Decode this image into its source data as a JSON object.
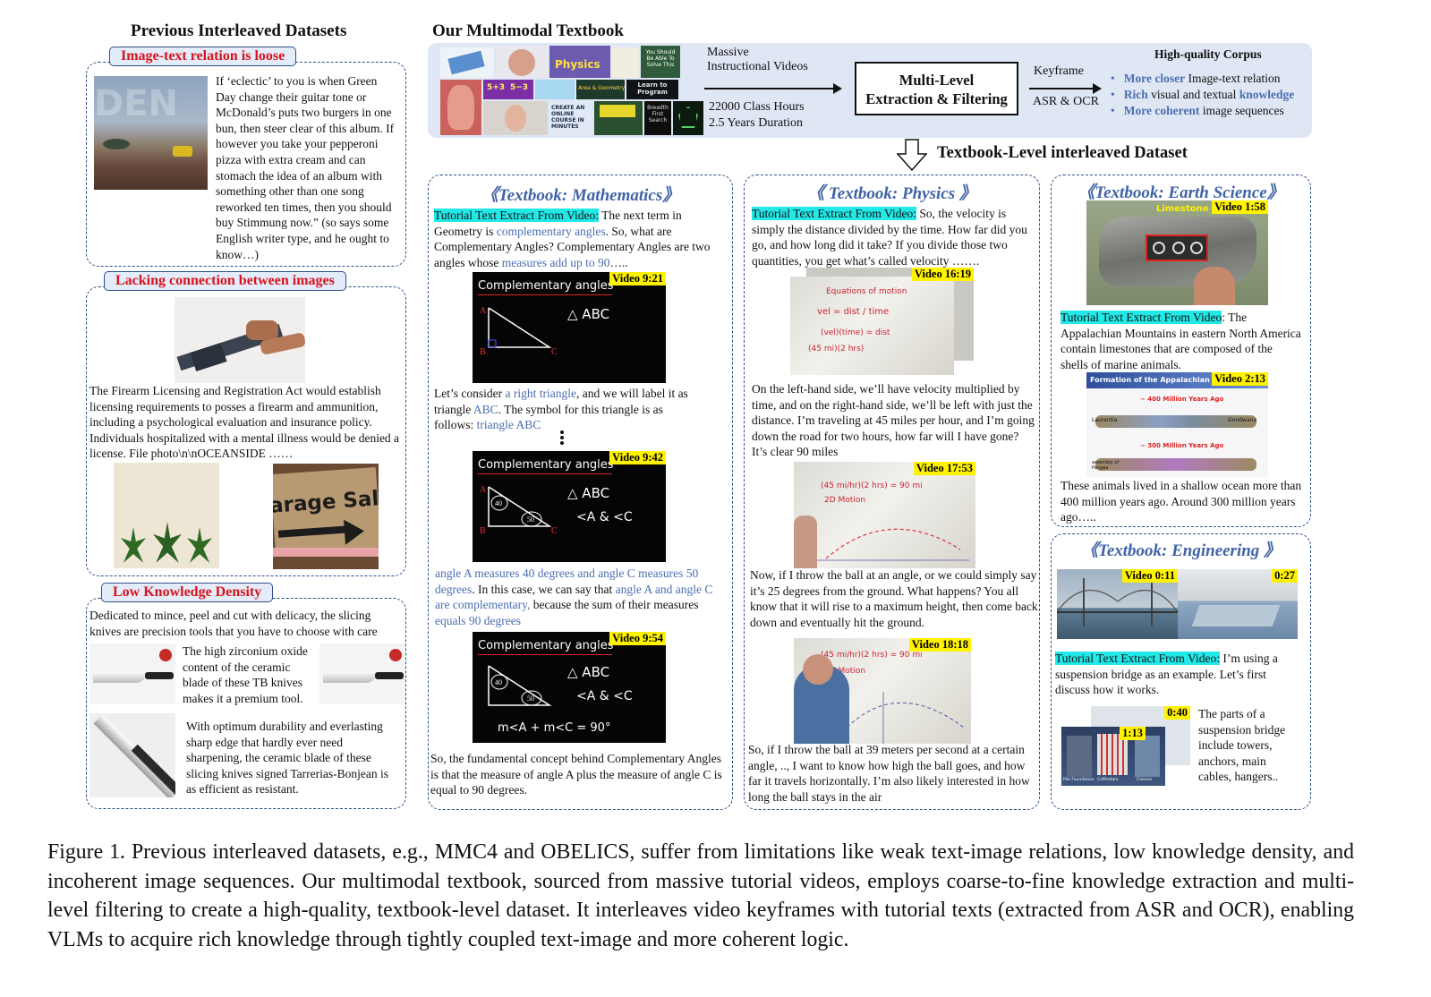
{
  "left": {
    "header": "Previous Interleaved Datasets",
    "loose": {
      "tag": "Image-text relation is loose",
      "text": "If ‘eclectic’ to you is when Green Day change their guitar tone or McDonald’s puts two burgers in one bun, then steer clear of this album. If however you take your pepperoni pizza with extra cream and can stomach the idea of an album with something other than one song reworked ten times, then you should buy Stimmung now.” (so says some English writer type, and he ought to know…)"
    },
    "lacking": {
      "tag": "Lacking connection between images",
      "text": "The Firearm Licensing and Registration Act would establish licensing requirements to posses a firearm and ammunition, including a psychological evaluation and insurance policy. Individuals hospitalized with a mental illness would be denied a license. File photo\\n\\nOCEANSIDE ……",
      "sign_text": "arage Sale"
    },
    "low": {
      "tag": "Low Knowledge Density",
      "text1": "Dedicated to mince, peel and cut with delicacy, the slicing knives are precision tools that you have to choose with care",
      "text2": "The high zirconium oxide content of the ceramic blade of these TB knives makes it a premium tool.",
      "text3": "With optimum durability and everlasting sharp edge that hardly ever need sharpening, the ceramic blade of these slicing knives signed Tarrerias-Bonjean is as efficient as resistant."
    }
  },
  "pipeline": {
    "header": "Our Multimodal Textbook",
    "massive": "Massive",
    "instructional": "Instructional Videos",
    "hours": "22000 Class Hours",
    "duration": "2.5 Years Duration",
    "box_line1": "Multi-Level",
    "box_line2": "Extraction & Filtering",
    "keyframe": "Keyframe",
    "asr": "ASR & OCR",
    "corpus_title": "High-quality Corpus",
    "b1_strong": "More closer",
    "b1_rest": " Image-text  relation",
    "b2_strong": "Rich",
    "b2_mid": " visual and textual ",
    "b2_strong2": "knowledge",
    "b3_strong": "More coherent",
    "b3_rest": " image sequences",
    "dataset_label": "Textbook-Level interleaved Dataset",
    "thumb_texts": [
      "Physics",
      "Learn to Program",
      "CREATE AN ONLINE COURSE IN MINUTES",
      "Breadth First Search",
      "Area & Geometry",
      "You Should Be Able To Solve This",
      "5+3",
      "5−3"
    ]
  },
  "math": {
    "title": "《Textbook: Mathematics》",
    "hl": "Tutorial Text Extract From Video:",
    "p1a": " The next term in Geometry is ",
    "p1b": "complementary angles",
    "p1c": ". So, what are Complementary Angles? Complementary Angles are two angles whose ",
    "p1d": "measures add up to 90",
    "p1e": "…..",
    "v1": "Video 9:21",
    "v2": "Video 9:42",
    "v3": "Video 9:54",
    "chalk_title": "Complementary angles",
    "chalk_abc": "△ ABC",
    "chalk_ac": "<A & <C",
    "chalk_eq": "m<A + m<C = 90°",
    "chalk_40": "40",
    "chalk_50": "50",
    "p2a": "Let’s consider ",
    "p2b": "a right triangle",
    "p2c": ", and we will label it as triangle ",
    "p2d": "ABC",
    "p2e": ". The symbol for this triangle is as follows: ",
    "p2f": "triangle ABC",
    "p3a": "angle A measures 40 degrees and angle C measures 50 degrees",
    "p3b": ". In this case, we can say that ",
    "p3c": "angle A and angle C are complementary,",
    "p3d": " because the sum of their measures ",
    "p3e": "equals 90 degrees",
    "p4": "So, the fundamental concept behind Complementary Angles is that the measure of angle A plus the measure of angle C is equal to 90 degrees."
  },
  "physics": {
    "title": "《 Textbook: Physics 》",
    "hl": "Tutorial Text Extract From Video:",
    "p1": " So, the velocity is simply the distance divided by the time. How far did you go, and how long did it take? If you divide those two quantities, you get what’s called velocity …….",
    "v1": "Video 16:19",
    "v2": "Video 17:53",
    "v3": "Video 18:18",
    "p2": "On the left-hand side, we’ll have velocity multiplied by time, and on the right-hand side, we’ll be left with just the distance.  I’m traveling at 45 miles per hour, and I’m going down the road for two hours, how far will I have gone? It’s clear 90 miles",
    "p3": "Now, if I throw the ball at an angle, or we could simply say it’s 25 degrees from the ground. What happens? You all know that it will rise to a maximum height, then come back down and eventually hit the ground.",
    "p4": "So, if I throw the ball at 39 meters per second at a certain angle, .., I want to know how high the ball goes, and how far it travels horizontally. I’m also likely interested in how long the ball stays in the air",
    "wb1": "Equations of motion",
    "wb2": "(45 mi/hr)(2 hrs) = 90 mi",
    "wb3": "2D Motion"
  },
  "earth": {
    "title": "《Textbook: Earth Science》",
    "v1": "Video 1:58",
    "v2": "Video 2:13",
    "limestone": "Limestone",
    "formation": "Formation of the Appalachian",
    "mya400": "~ 400 Million Years Ago",
    "mya300": "~ 300 Million Years Ago",
    "laurentia": "Laurentia",
    "gondwana": "Gondwana",
    "pangea": "assembly of Pangea",
    "hl": "Tutorial Text Extract From Video",
    "p1": ": The Appalachian Mountains in eastern North America contain limestones that are composed of the shells of marine animals.",
    "p2": "These animals lived in a shallow ocean more than 400 million years ago. Around 300 million years ago….."
  },
  "engineering": {
    "title": "《Textbook: Engineering 》",
    "v1": "Video 0:11",
    "v2": "0:27",
    "v3": "0:40",
    "v4": "1:13",
    "hl": "Tutorial Text Extract From Video:",
    "p1": " I’m using a suspension bridge as an example. Let’s first discuss how it works.",
    "p2": "The parts of a suspension bridge include towers, anchors, main cables, hangers..",
    "cross_labels": [
      "Pile Foundation",
      "Cofferdam",
      "Caisson"
    ]
  },
  "caption": "Figure 1. Previous interleaved datasets, e.g., MMC4 and OBELICS, suffer from limitations like weak text-image relations, low knowledge density, and incoherent image sequences. Our multimodal textbook, sourced from massive tutorial videos, employs coarse-to-fine knowledge extraction and multi-level filtering to create a high-quality, textbook-level dataset. It interleaves video keyframes with tutorial texts (extracted from ASR and OCR), enabling VLMs to acquire rich knowledge through tightly coupled text-image and more coherent logic."
}
